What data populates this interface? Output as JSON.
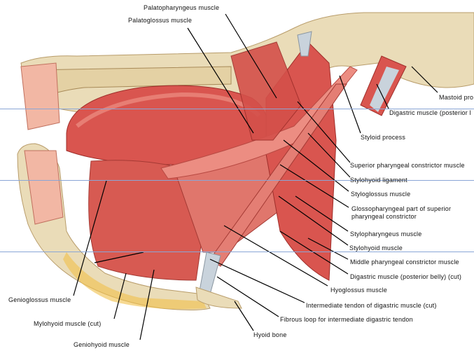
{
  "labels": {
    "palatopharyngeus": "Palatopharyngeus muscle",
    "palatoglossus": "Palatoglossus muscle",
    "mastoid": "Mastoid pro",
    "digastric_posterior_top": "Digastric muscle (posterior l",
    "styloid_process": "Styloid process",
    "superior_constrictor": "Superior pharyngeal constrictor muscle",
    "stylohyoid_ligament": "Stylohyoid ligament",
    "styloglossus": "Styloglossus muscle",
    "glossopharyngeal_1": "Glossopharyngeal part of superior",
    "glossopharyngeal_2": "pharyngeal constrictor",
    "stylopharyngeus": "Stylopharyngeus muscle",
    "stylohyoid_muscle": "Stylohyoid muscle",
    "middle_constrictor": "Middle pharyngeal constrictor muscle",
    "digastric_posterior_cut": "Digastric muscle (posterior belly) (cut)",
    "hyoglossus": "Hyoglossus muscle",
    "intermediate_tendon": "Intermediate tendon of digastric muscle (cut)",
    "fibrous_loop": "Fibrous loop for intermediate digastric tendon",
    "hyoid_bone": "Hyoid bone",
    "genioglossus": "Genioglossus muscle",
    "mylohyoid": "Mylohyoid muscle (cut)",
    "geniohyoid": "Geniohyoid muscle"
  },
  "colors": {
    "muscle": "#d9554f",
    "muscle_light": "#ec8d82",
    "bone": "#eadcb8",
    "tendon": "#c9d3dc",
    "rule": "#8aa6d6"
  }
}
